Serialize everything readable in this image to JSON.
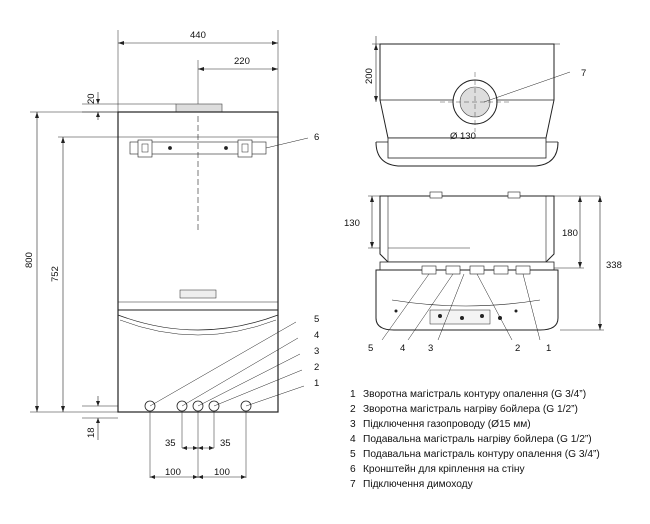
{
  "dimensions": {
    "width_440": "440",
    "half_220": "220",
    "top_20": "20",
    "height_800": "800",
    "height_752": "752",
    "bottom_18": "18",
    "pitch_35_left": "35",
    "pitch_35_right": "35",
    "pitch_100_left": "100",
    "pitch_100_right": "100",
    "top_view_200": "200",
    "flue_dia": "Ø 130",
    "bottom_130": "130",
    "bottom_180": "180",
    "bottom_338": "338"
  },
  "callouts": {
    "front": [
      "5",
      "4",
      "3",
      "2",
      "1"
    ],
    "bracket": "6",
    "flue": "7",
    "bottom": [
      "5",
      "4",
      "3",
      "2",
      "1"
    ]
  },
  "legend": [
    {
      "num": "1",
      "text": "Зворотна магістраль контуру опалення (G 3/4”)"
    },
    {
      "num": "2",
      "text": "Зворотна магістраль нагріву бойлера (G 1/2”)"
    },
    {
      "num": "3",
      "text": "Підключення газопроводу (Ø15 мм)"
    },
    {
      "num": "4",
      "text": "Подавальна магістраль нагріву бойлера (G 1/2”)"
    },
    {
      "num": "5",
      "text": "Подавальна магістраль контуру опалення (G 3/4”)"
    },
    {
      "num": "6",
      "text": "Кронштейн для кріплення на стіну"
    },
    {
      "num": "7",
      "text": "Підключення димоходу"
    }
  ]
}
